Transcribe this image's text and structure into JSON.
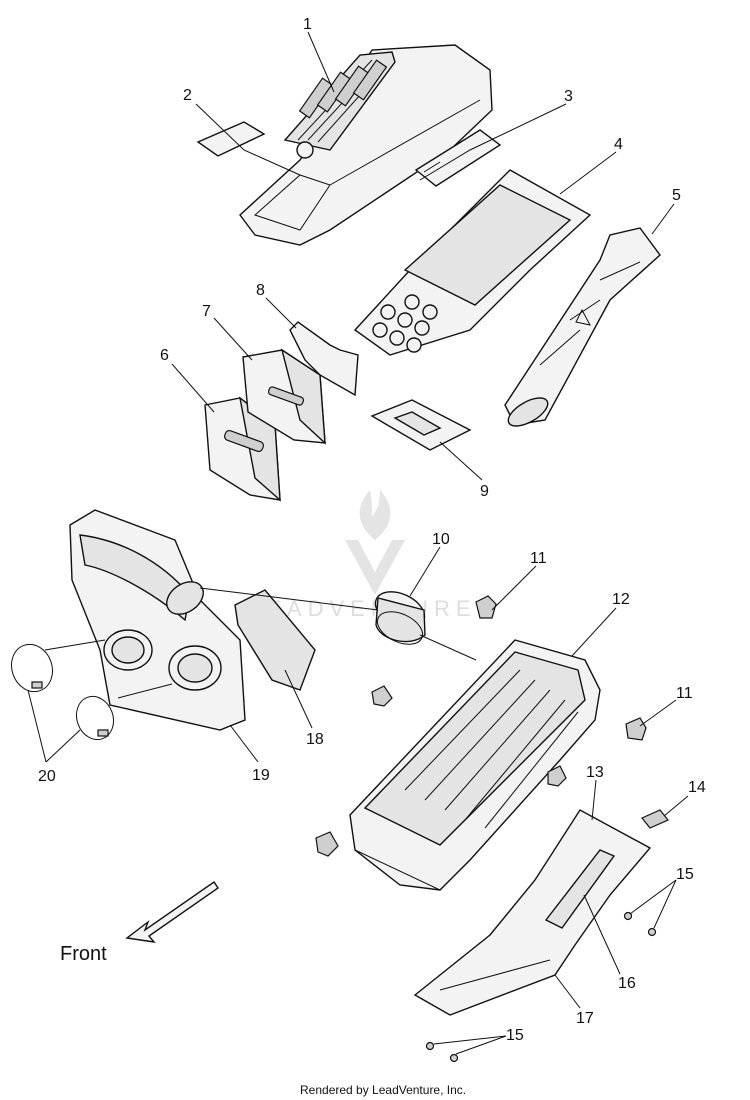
{
  "callouts": [
    "1",
    "2",
    "3",
    "4",
    "5",
    "6",
    "7",
    "8",
    "9",
    "10",
    "11",
    "11",
    "12",
    "13",
    "14",
    "15",
    "15",
    "16",
    "17",
    "18",
    "19",
    "20"
  ],
  "front_label": "Front",
  "watermark_text": "LEADVENTURE",
  "footer_text": "Rendered by LeadVenture, Inc.",
  "colors": {
    "ink": "#111111",
    "fill_light": "#f3f3f3",
    "fill_mid": "#e4e4e4",
    "watermark": "#dadada"
  }
}
